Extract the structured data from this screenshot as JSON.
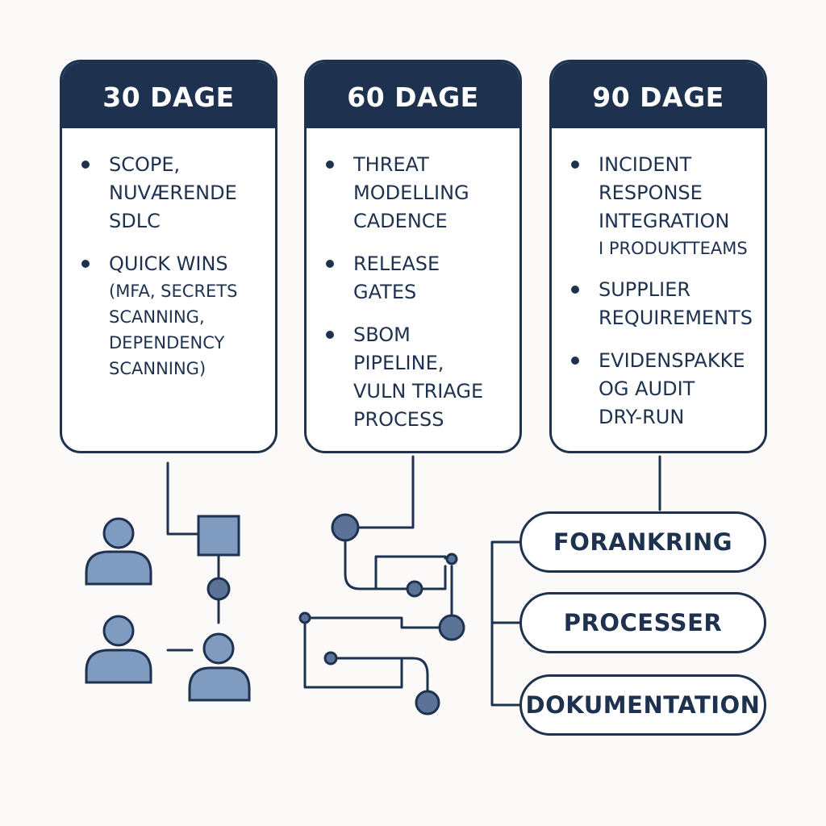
{
  "phases": [
    {
      "title": "30 DAGE",
      "items": [
        {
          "text": "SCOPE,\nNUVÆRENDE\nSDLC"
        },
        {
          "text": "QUICK WINS",
          "detail": "(MFA, SECRETS\nSCANNING,\nDEPENDENCY\nSCANNING)"
        }
      ]
    },
    {
      "title": "60 DAGE",
      "items": [
        {
          "text": "THREAT\nMODELLING\nCADENCE"
        },
        {
          "text": "RELEASE\nGATES"
        },
        {
          "text": "SBOM\nPIPELINE,\nVULN TRIAGE\nPROCESS"
        }
      ]
    },
    {
      "title": "90 DAGE",
      "items": [
        {
          "text": "INCIDENT\nRESPONSE\nINTEGRATION",
          "detail": "I PRODUKTTEAMS"
        },
        {
          "text": "SUPPLIER\nREQUIREMENTS"
        },
        {
          "text": "EVIDENSPAKKE\nOG AUDIT\nDRY-RUN"
        }
      ]
    }
  ],
  "pillars": [
    "FORANKRING",
    "PROCESSER",
    "DOKUMENTATION"
  ],
  "colors": {
    "navy": "#1e3250",
    "person_fill": "#7f9bc0",
    "node_fill": "#5a7396",
    "background": "#fbfaf8"
  },
  "icons": [
    "person-icon",
    "network-node-icon",
    "flow-lines-icon"
  ]
}
